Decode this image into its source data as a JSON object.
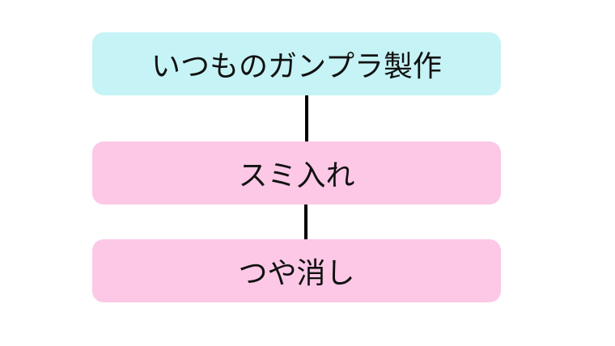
{
  "nodes": [
    {
      "label": "いつものガンプラ製作",
      "color": "#c6f3f5"
    },
    {
      "label": "スミ入れ",
      "color": "#fcc8e6"
    },
    {
      "label": "つや消し",
      "color": "#fcc8e6"
    }
  ]
}
